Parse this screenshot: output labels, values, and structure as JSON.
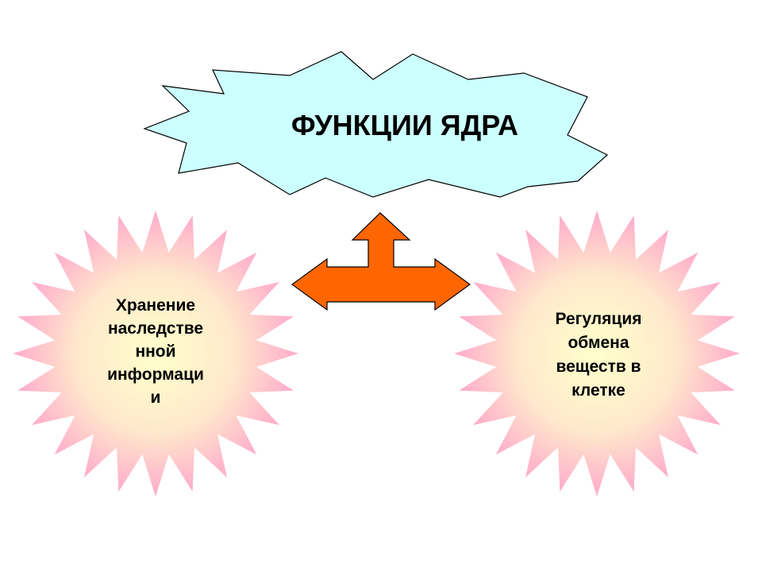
{
  "title": "ФУНКЦИИ ЯДРА",
  "left_function": "Хранение\nнаследстве\nнной\nинформаци\nи",
  "right_function": "Регуляция\nобмена\nвеществ в\nклетке",
  "colors": {
    "title_fill": "#ccffff",
    "burst_pink": "#ffaacc",
    "burst_yellow": "#ffffcc",
    "arrow_fill": "#ff6600",
    "outline": "#000000"
  }
}
